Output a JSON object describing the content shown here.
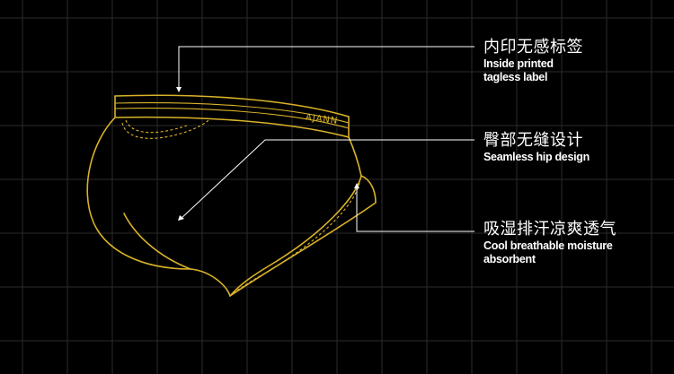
{
  "brand_text": "AJANN",
  "colors": {
    "background": "#000000",
    "grid": "#2b2b2b",
    "outline": "#d9b22a",
    "text": "#ffffff"
  },
  "callouts": [
    {
      "cn": "内印无感标签",
      "en": [
        "Inside printed",
        "tagless label"
      ]
    },
    {
      "cn": "臀部无缝设计",
      "en": [
        "Seamless hip design"
      ]
    },
    {
      "cn": "吸湿排汗凉爽透气",
      "en": [
        "Cool breathable moisture",
        "absorbent"
      ]
    }
  ]
}
